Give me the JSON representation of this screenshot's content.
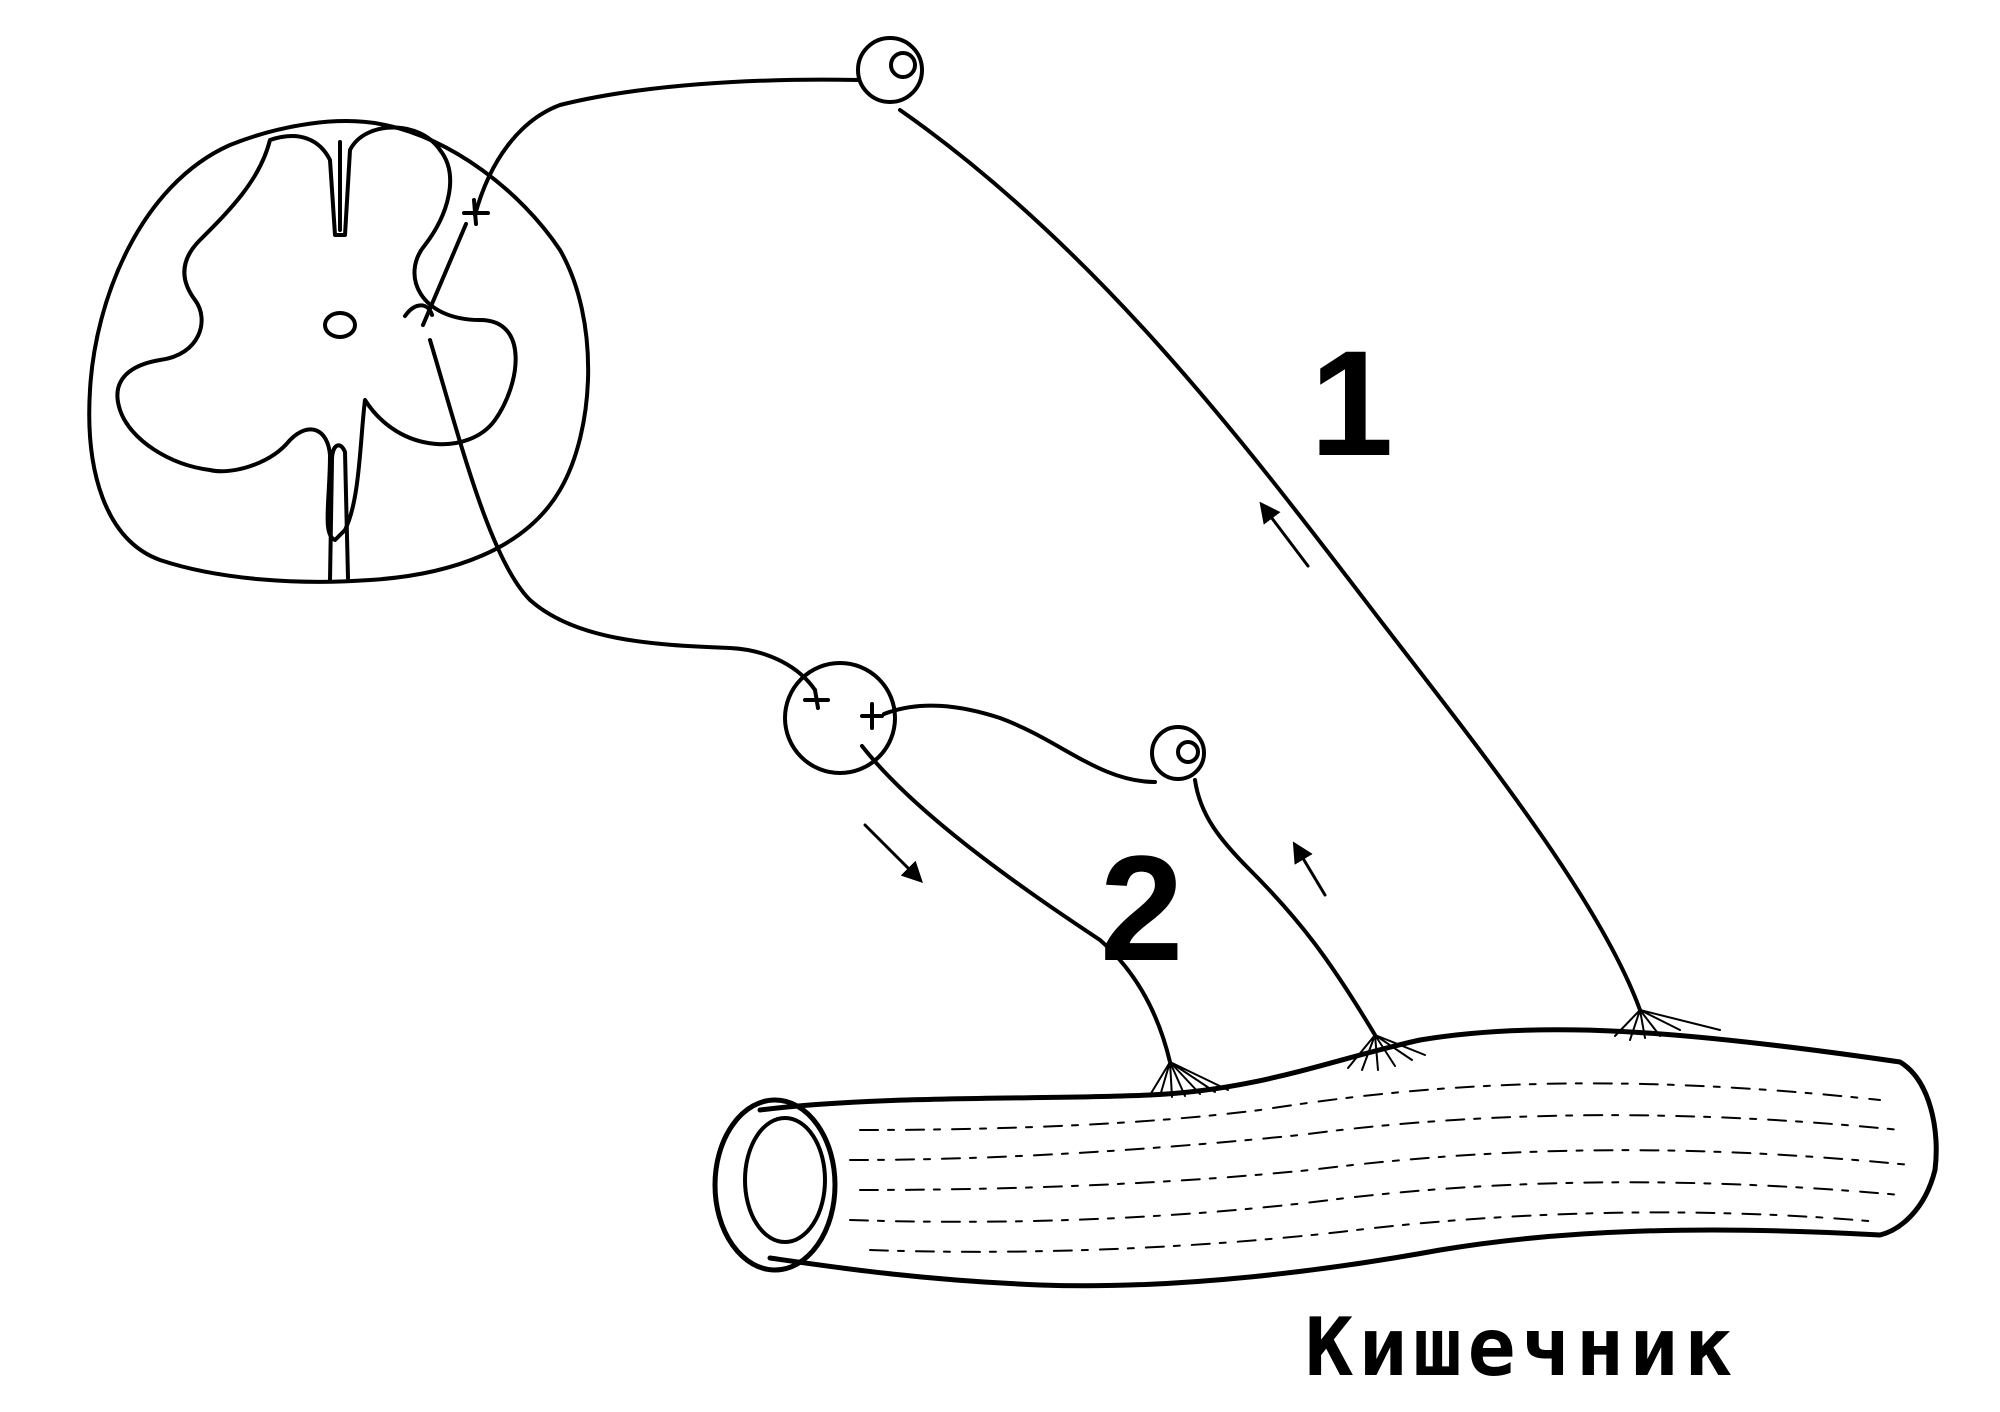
{
  "labels": {
    "arc_1": "1",
    "arc_2": "2",
    "organ": "Кишечник"
  },
  "colors": {
    "ink": "#000000",
    "background": "#ffffff"
  }
}
